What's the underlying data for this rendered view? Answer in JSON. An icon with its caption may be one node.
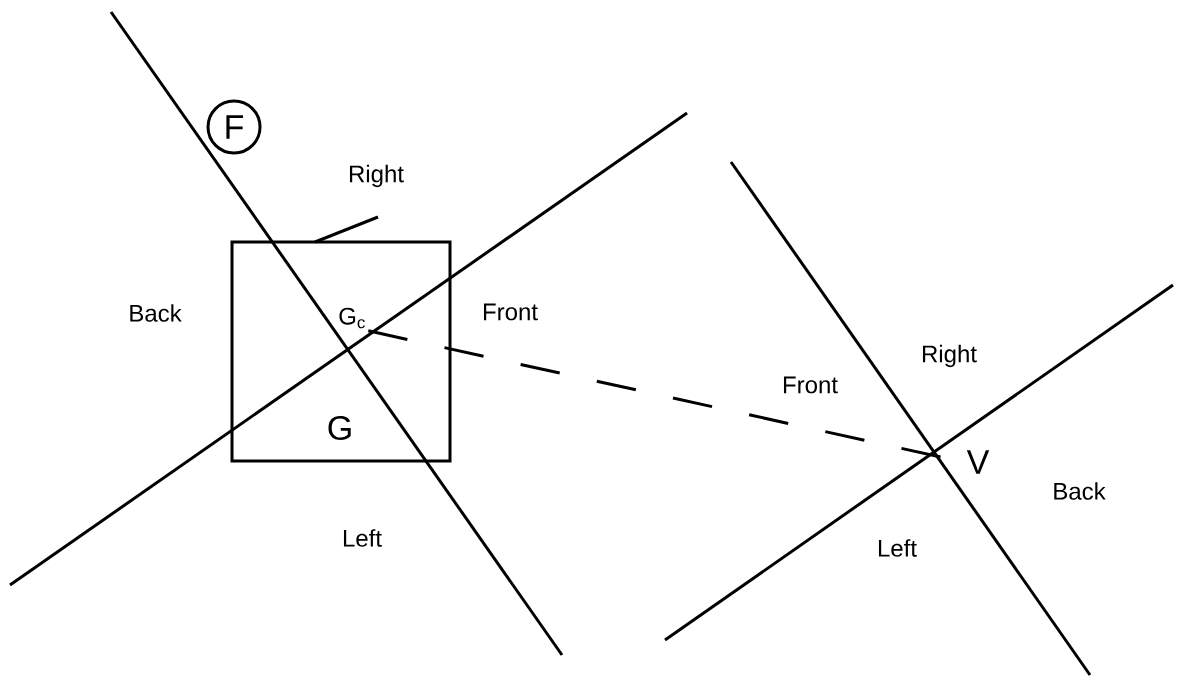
{
  "diagram": {
    "nodes": [
      {
        "text": [
          "F"
        ]
      },
      {
        "text": [
          "G"
        ]
      },
      {
        "text": [
          "G$_{c}$"
        ],
        "in": 1
      },
      {
        "text": [
          "V"
        ]
      }
    ],
    "edges": [
      {
        "from": 2,
        "to": 3,
        "arrow": "none",
        "style": "dashed"
      }
    ],
    "labels": [
      "Right",
      "Back",
      "Front",
      "Left",
      "Right",
      "Front",
      "Back",
      "Left"
    ]
  }
}
